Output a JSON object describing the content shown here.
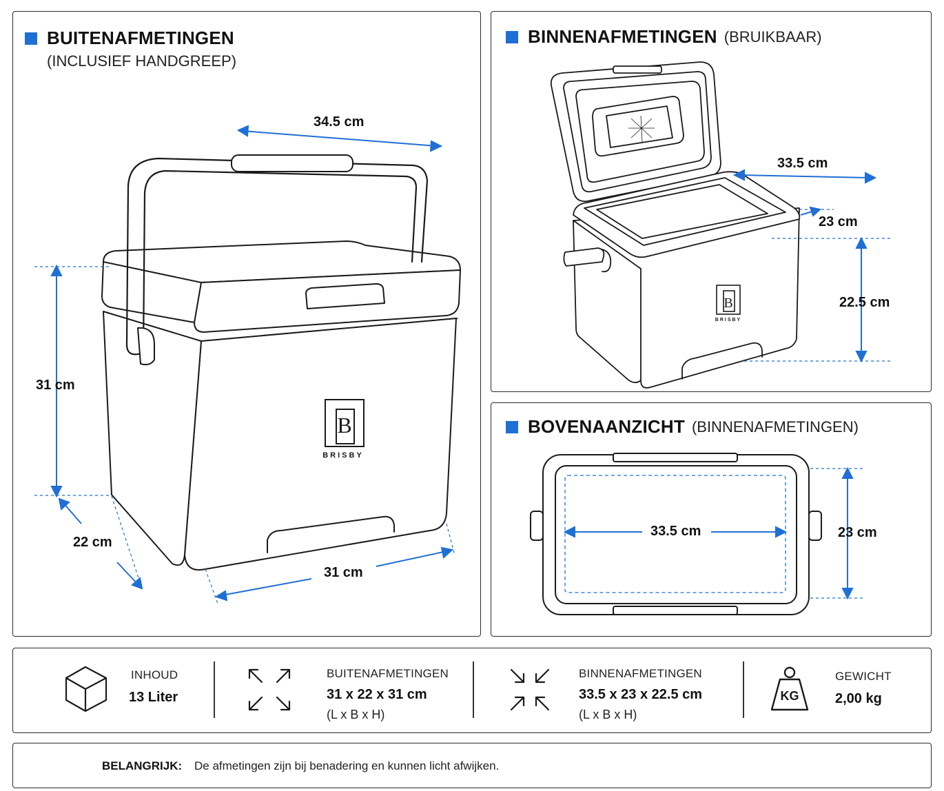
{
  "panels": {
    "outer": {
      "title": "BUITENAFMETINGEN",
      "subtitle": "(INCLUSIEF HANDGREEP)"
    },
    "inner": {
      "title": "BINNENAFMETINGEN",
      "subtitle": "(BRUIKBAAR)"
    },
    "top": {
      "title": "BOVENAANZICHT",
      "subtitle": "(BINNENAFMETINGEN)"
    }
  },
  "outer_dims": {
    "width": "34.5 cm",
    "height": "31 cm",
    "depth": "22 cm",
    "length": "31 cm"
  },
  "inner_dims": {
    "length": "33.5 cm",
    "width": "23 cm",
    "height": "22.5 cm"
  },
  "top_dims": {
    "length": "33.5 cm",
    "width": "23 cm"
  },
  "brand": "BRISBY",
  "brand_letter": "B",
  "specs": {
    "capacity": {
      "label": "INHOUD",
      "value": "13 Liter",
      "icon": "cube-icon"
    },
    "outer": {
      "label": "BUITENAFMETINGEN",
      "value": "31 x 22 x 31 cm",
      "sub": "(L x B x H)",
      "icon": "expand-arrows-icon"
    },
    "inner": {
      "label": "BINNENAFMETINGEN",
      "value": "33.5 x 23 x 22.5 cm",
      "sub": "(L x B x H)",
      "icon": "collapse-arrows-icon"
    },
    "weight": {
      "label": "GEWICHT",
      "value": "2,00 kg",
      "icon_text": "KG",
      "icon": "weight-icon"
    }
  },
  "note": {
    "strong": "BELANGRIJK:",
    "text": "De afmetingen zijn bij benadering en kunnen licht afwijken.",
    "icon": "info-icon"
  },
  "colors": {
    "accent": "#1f6fd4",
    "line": "#1a1a1a"
  }
}
